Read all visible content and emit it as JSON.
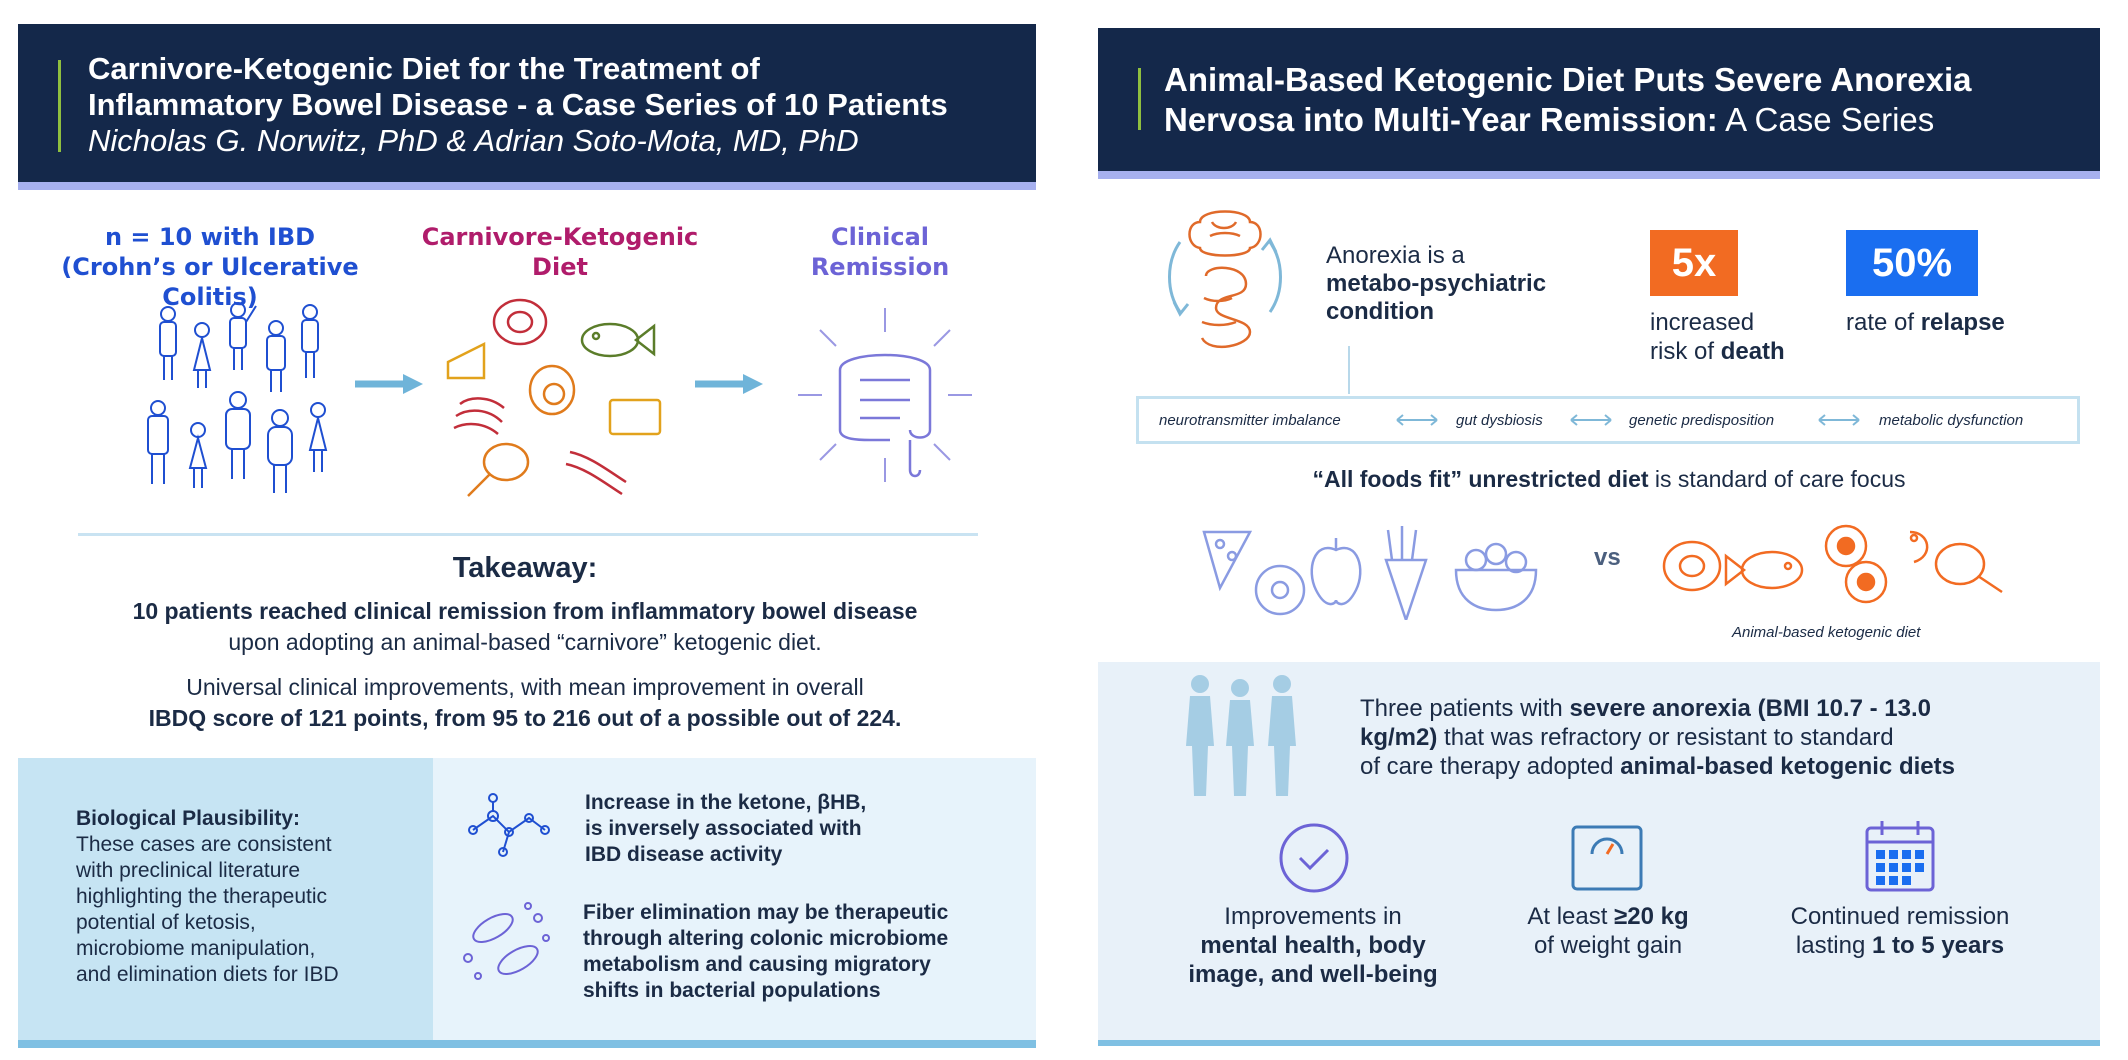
{
  "left": {
    "title_line1": "Carnivore-Ketogenic Diet for the Treatment of",
    "title_line2": "Inflammatory Bowel Disease - a Case Series of 10 Patients",
    "authors": "Nicholas G. Norwitz, PhD & Adrian Soto-Mota, MD, PhD",
    "label_patients_line1": "n = 10 with IBD",
    "label_patients_line2": "(Crohn’s or Ulcerative Colitis)",
    "label_diet_line1": "Carnivore-Ketogenic",
    "label_diet_line2": "Diet",
    "label_remission_line1": "Clinical",
    "label_remission_line2": "Remission",
    "takeaway_title": "Takeaway:",
    "takeaway_p1_line1": "10 patients reached clinical remission from inflammatory bowel disease",
    "takeaway_p1_line2": "upon adopting an animal-based “carnivore” ketogenic diet.",
    "takeaway_p2_line1": "Universal clinical improvements, with mean improvement in overall",
    "takeaway_p2_line2": "IBDQ score of 121 points, from 95 to 216 out of a possible out of 224.",
    "bio_title": "Biological Plausibility:",
    "bio_lines": [
      "These cases are consistent",
      "with preclinical literature",
      "highlighting the therapeutic",
      "potential of ketosis,",
      "microbiome manipulation,",
      "and elimination diets for IBD"
    ],
    "ketone_lines": [
      "Increase in the ketone, βHB,",
      "is inversely associated with",
      "IBD disease activity"
    ],
    "fiber_lines": [
      "Fiber elimination may be therapeutic",
      "through altering colonic microbiome",
      "metabolism and causing migratory",
      "shifts in bacterial populations"
    ]
  },
  "right": {
    "title_line1": "Animal-Based Ketogenic Diet Puts Severe Anorexia",
    "title_line2_bold": "Nervosa into Multi-Year Remission:",
    "title_line2_rest": " A Case Series",
    "anorexia_line1": "Anorexia is a",
    "anorexia_line2": "metabo-psychiatric",
    "anorexia_line3": "condition",
    "stat1_value": "5x",
    "stat1_line1": "increased",
    "stat1_line2_pre": "risk of ",
    "stat1_line2_bold": "death",
    "stat2_value": "50%",
    "stat2_pre": "rate of ",
    "stat2_bold": "relapse",
    "chain": [
      "neurotransmitter imbalance",
      "gut dysbiosis",
      "genetic predisposition",
      "metabolic dysfunction"
    ],
    "foods_bold": "“All foods fit” unrestricted diet",
    "foods_rest": " is standard of care focus",
    "vs": "vs",
    "keto_caption": "Animal-based ketogenic diet",
    "patients_line1_pre": "Three patients with ",
    "patients_line1_bold": "severe anorexia (BMI 10.7 - 13.0",
    "patients_line2_bold": "kg/m2)",
    "patients_line2_rest": " that was refractory or resistant to standard",
    "patients_line3_pre": "of care therapy adopted ",
    "patients_line3_bold": "animal-based ketogenic diets",
    "outcome1_line1": "Improvements in",
    "outcome1_line2": "mental health, body",
    "outcome1_line3": "image, and well-being",
    "outcome2_line1_pre": "At least ",
    "outcome2_line1_bold": "≥20 kg",
    "outcome2_line2": "of weight gain",
    "outcome3_line1": "Continued remission",
    "outcome3_line2_pre": "lasting ",
    "outcome3_line2_bold": "1 to 5 years"
  },
  "colors": {
    "navy": "#14284a",
    "accent_lavender": "#a6b0ef",
    "orange": "#f26b22",
    "blue_chip": "#1a6ef0",
    "hand_blue": "#1f4fd1",
    "hand_magenta": "#b01c6b",
    "hand_violet": "#6c63d6",
    "light_blue": "#e8f3fb"
  }
}
